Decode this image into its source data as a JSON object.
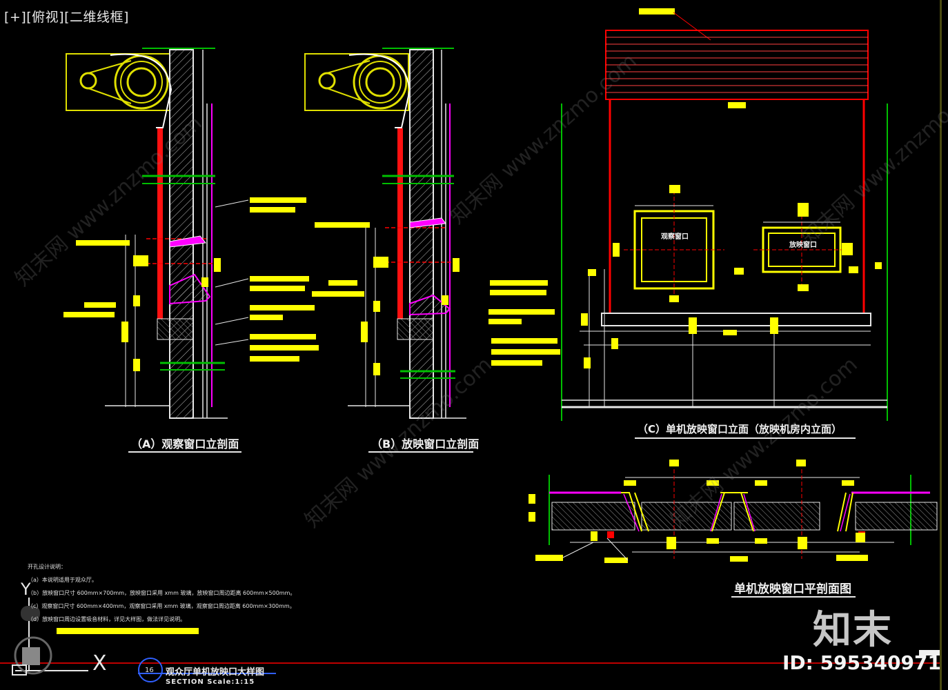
{
  "viewport_control": {
    "plus": "[+]",
    "view": "[俯视]",
    "style": "[二维线框]"
  },
  "drawing_titles": {
    "section_a": "（A）观察窗口立剖面",
    "section_b": "（B）放映窗口立剖面",
    "elevation_c": "（C）单机放映窗口立面（放映机房内立面）",
    "plan": "单机放映窗口平剖面图",
    "window_observe": "观察窗口",
    "window_project": "放映窗口"
  },
  "notes": {
    "heading": "开孔设计说明：",
    "lines": [
      "（a）本说明适用于观众厅。",
      "（b）放映窗口尺寸 600mm×700mm，放映窗口采用 xmm 玻璃，放映窗口周边距离 600mm×500mm。",
      "（c）观察窗口尺寸 600mm×400mm，观察窗口采用 xmm 玻璃，观察窗口周边距离 600mm×300mm。",
      "（d）放映窗口周边设置吸音材料，详见大样图，做法详见说明。"
    ]
  },
  "title_block": {
    "number": "16",
    "name": "观众厅单机放映口大样图",
    "scale": "SECTION  Scale:1:15"
  },
  "watermark": {
    "logo": "知末",
    "id": "ID: 595340971",
    "site": "知末网 www.znzmo.com"
  },
  "ucs_icon": {
    "y_label": "Y",
    "x_label": "X",
    "icon_name": "ucs-icon"
  },
  "colors": {
    "background": "#000000",
    "annotation_yellow": "#ffff00",
    "outline_green": "#00c000",
    "section_red": "#ff0000",
    "hatch_white": "#c8c8c8",
    "finish_magenta": "#ff00ff",
    "plan_yellow": "#e0e000"
  }
}
